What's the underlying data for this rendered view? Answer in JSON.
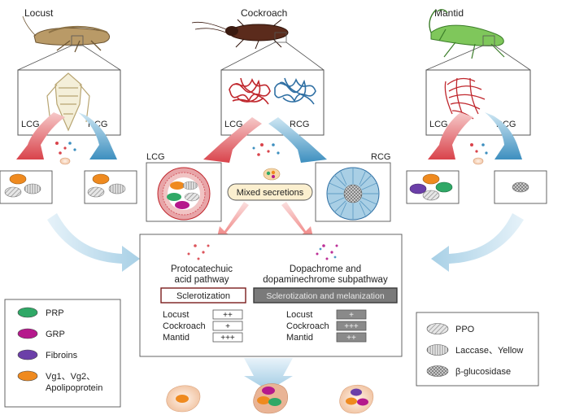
{
  "species": {
    "locust": "Locust",
    "cockroach": "Cockroach",
    "mantid": "Mantid"
  },
  "glands": {
    "left": "LCG",
    "right": "RCG"
  },
  "mixed_secretions": "Mixed secretions",
  "pathways": {
    "left": {
      "line1": "Protocatechuic",
      "line2": "acid pathway",
      "result": "Sclerotization"
    },
    "right": {
      "line1": "Dopachrome and",
      "line2": "dopaminechrome subpathway",
      "result": "Sclerotization and melanization"
    }
  },
  "levels": {
    "left": [
      {
        "species": "Locust",
        "level": "++"
      },
      {
        "species": "Cockroach",
        "level": "+"
      },
      {
        "species": "Mantid",
        "level": "+++"
      }
    ],
    "right": [
      {
        "species": "Locust",
        "level": "+"
      },
      {
        "species": "Cockroach",
        "level": "+++"
      },
      {
        "species": "Mantid",
        "level": "++"
      }
    ]
  },
  "legend_proteins": [
    {
      "label": "PRP",
      "color": "#2fa866"
    },
    {
      "label": "GRP",
      "color": "#b5198c"
    },
    {
      "label": "Fibroins",
      "color": "#6b3fa8"
    },
    {
      "label": "Vg1、Vg2、",
      "label2": "Apolipoprotein",
      "color": "#ef8a1f"
    }
  ],
  "legend_enzymes": [
    {
      "label": "PPO",
      "pattern": "diag"
    },
    {
      "label": "Laccase、Yellow",
      "pattern": "vert"
    },
    {
      "label": "β-glucosidase",
      "pattern": "cross"
    }
  ]
}
